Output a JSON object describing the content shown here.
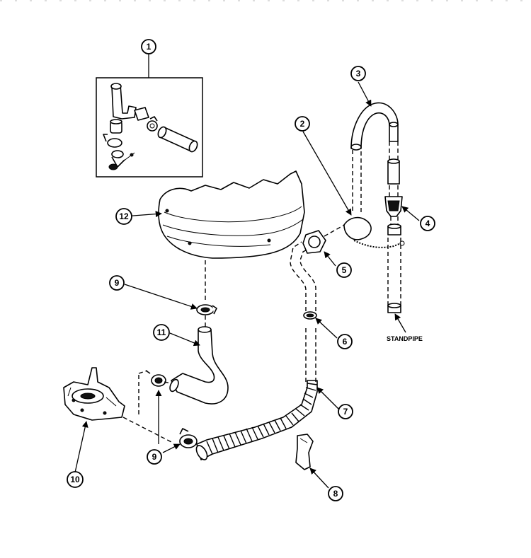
{
  "callouts": {
    "c1": "1",
    "c2": "2",
    "c3": "3",
    "c4": "4",
    "c5": "5",
    "c6": "6",
    "c7": "7",
    "c8": "8",
    "c9a": "9",
    "c9b": "9",
    "c10": "10",
    "c11": "11",
    "c12": "12"
  },
  "labels": {
    "standpipe": "STANDPIPE"
  }
}
